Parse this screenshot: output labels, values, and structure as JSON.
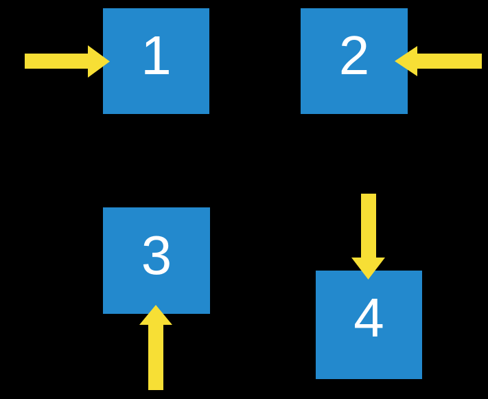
{
  "colors": {
    "background": "#000000",
    "square": "#2389CD",
    "arrow": "#F7DF35",
    "number": "#FFFFFF"
  },
  "squares": [
    {
      "label": "1",
      "arrow": "arrow-from-left-pointing-right"
    },
    {
      "label": "2",
      "arrow": "arrow-from-right-pointing-left"
    },
    {
      "label": "3",
      "arrow": "arrow-from-below-pointing-up"
    },
    {
      "label": "4",
      "arrow": "arrow-from-above-pointing-down"
    }
  ]
}
